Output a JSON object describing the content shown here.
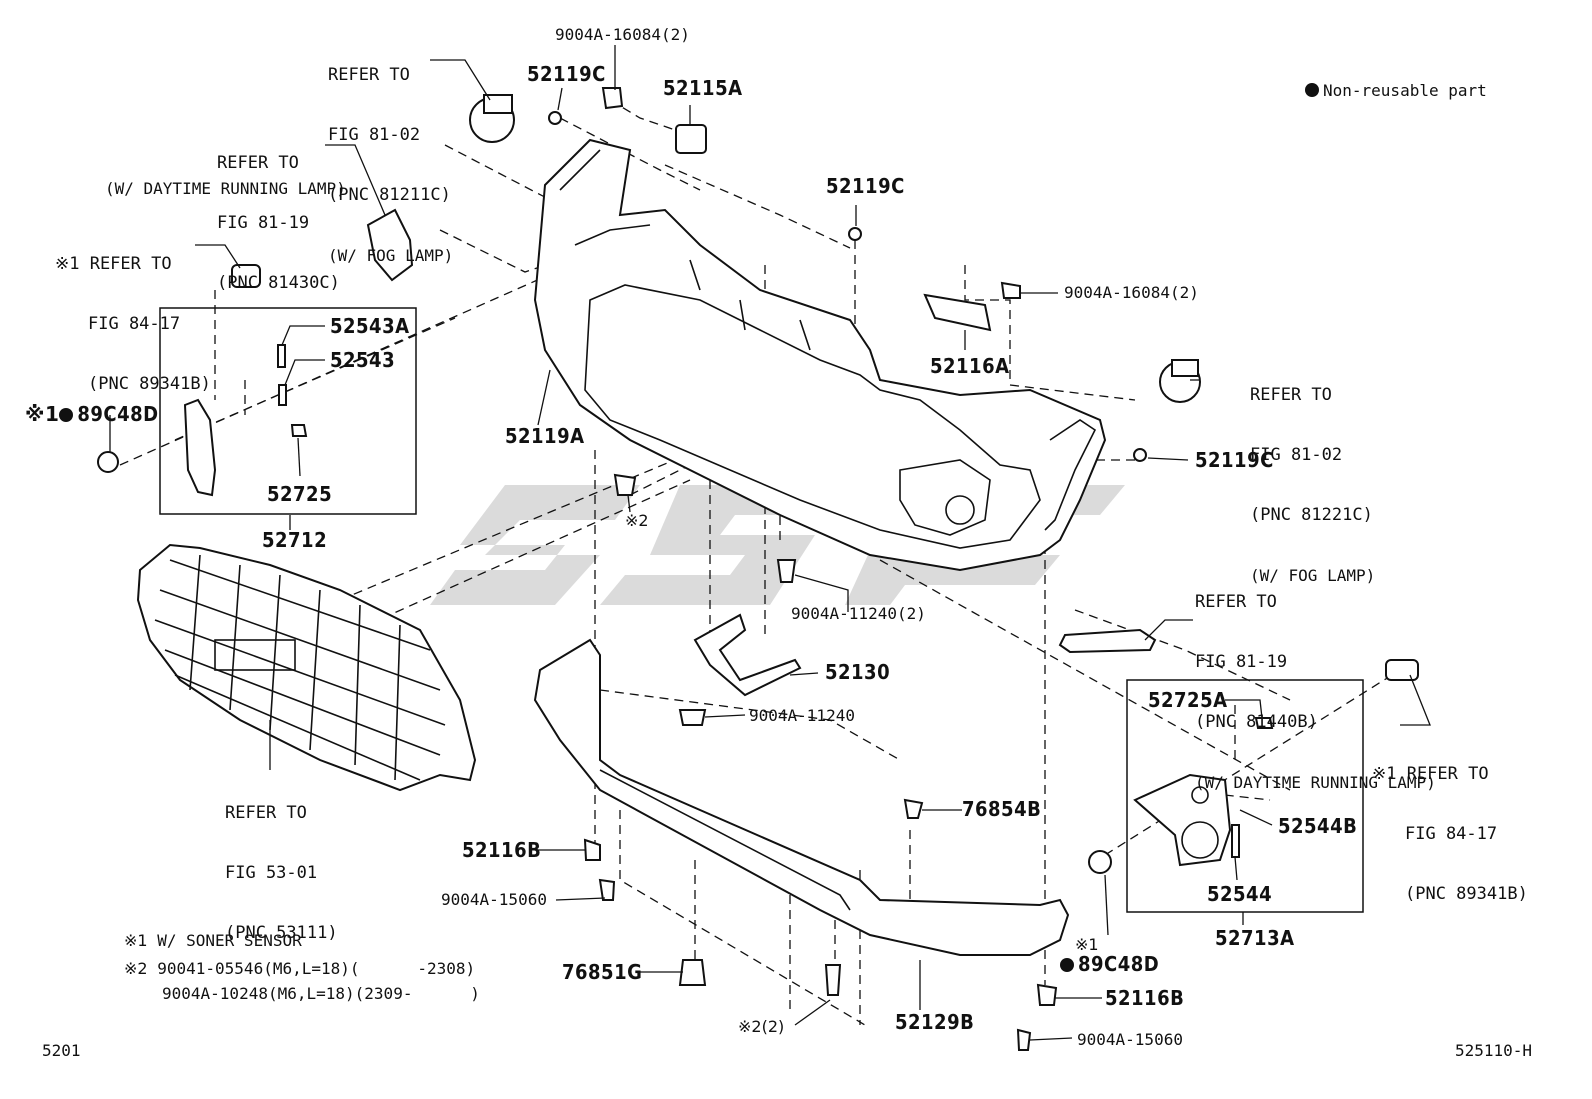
{
  "legend": {
    "non_reusable": "Non-reusable part"
  },
  "page": {
    "code_left": "5201",
    "code_right": "525110-H"
  },
  "notes": {
    "n1_mark": "※1",
    "n1_text": "W/ SONER SENSOR",
    "n2_mark": "※2",
    "n2_line1": "90041-05546(M6,L=18)(      -2308)",
    "n2_line2": "9004A-10248(M6,L=18)(2309-      )"
  },
  "refs": {
    "fog_left": [
      "REFER TO",
      "FIG 81-02",
      "(PNC 81211C)",
      "(W/ FOG LAMP)"
    ],
    "drl_left": [
      "REFER TO",
      "FIG 81-19",
      "(PNC 81430C)",
      "(W/ DAYTIME RUNNING LAMP)"
    ],
    "sonar_left": [
      "※1 REFER TO",
      "FIG 84-17",
      "(PNC 89341B)"
    ],
    "fog_right": [
      "REFER TO",
      "FIG 81-02",
      "(PNC 81221C)",
      "(W/ FOG LAMP)"
    ],
    "drl_right": [
      "REFER TO",
      "FIG 81-19",
      "(PNC 81440B)",
      "(W/ DAYTIME RUNNING LAMP)"
    ],
    "sonar_right": [
      "※1 REFER TO",
      "FIG 84-17",
      "(PNC 89341B)"
    ],
    "grille": [
      "REFER TO",
      "FIG 53-01",
      "(PNC 53111)"
    ]
  },
  "parts": {
    "p_9004A_16084_top": "9004A-16084(2)",
    "p_52119C_top": "52119C",
    "p_52115A": "52115A",
    "p_52119C_mid": "52119C",
    "p_9004A_16084_right": "9004A-16084(2)",
    "p_52116A": "52116A",
    "p_52543A": "52543A",
    "p_52543": "52543",
    "p_89C48D_left_mark": "※1",
    "p_89C48D_left": "89C48D",
    "p_52119A": "52119A",
    "p_52725": "52725",
    "p_52712": "52712",
    "p_star2": "※2",
    "p_52119C_right": "52119C",
    "p_9004A_11240_2": "9004A-11240(2)",
    "p_52130": "52130",
    "p_9004A_11240": "9004A-11240",
    "p_52725A": "52725A",
    "p_52544B": "52544B",
    "p_52544": "52544",
    "p_52713A": "52713A",
    "p_76854B": "76854B",
    "p_52116B_left": "52116B",
    "p_9004A_15060_left": "9004A-15060",
    "p_89C48D_right_mark": "※1",
    "p_89C48D_right": "89C48D",
    "p_76851G": "76851G",
    "p_star2_2": "※2(2)",
    "p_52129B": "52129B",
    "p_52116B_right": "52116B",
    "p_9004A_15060_right": "9004A-15060"
  }
}
